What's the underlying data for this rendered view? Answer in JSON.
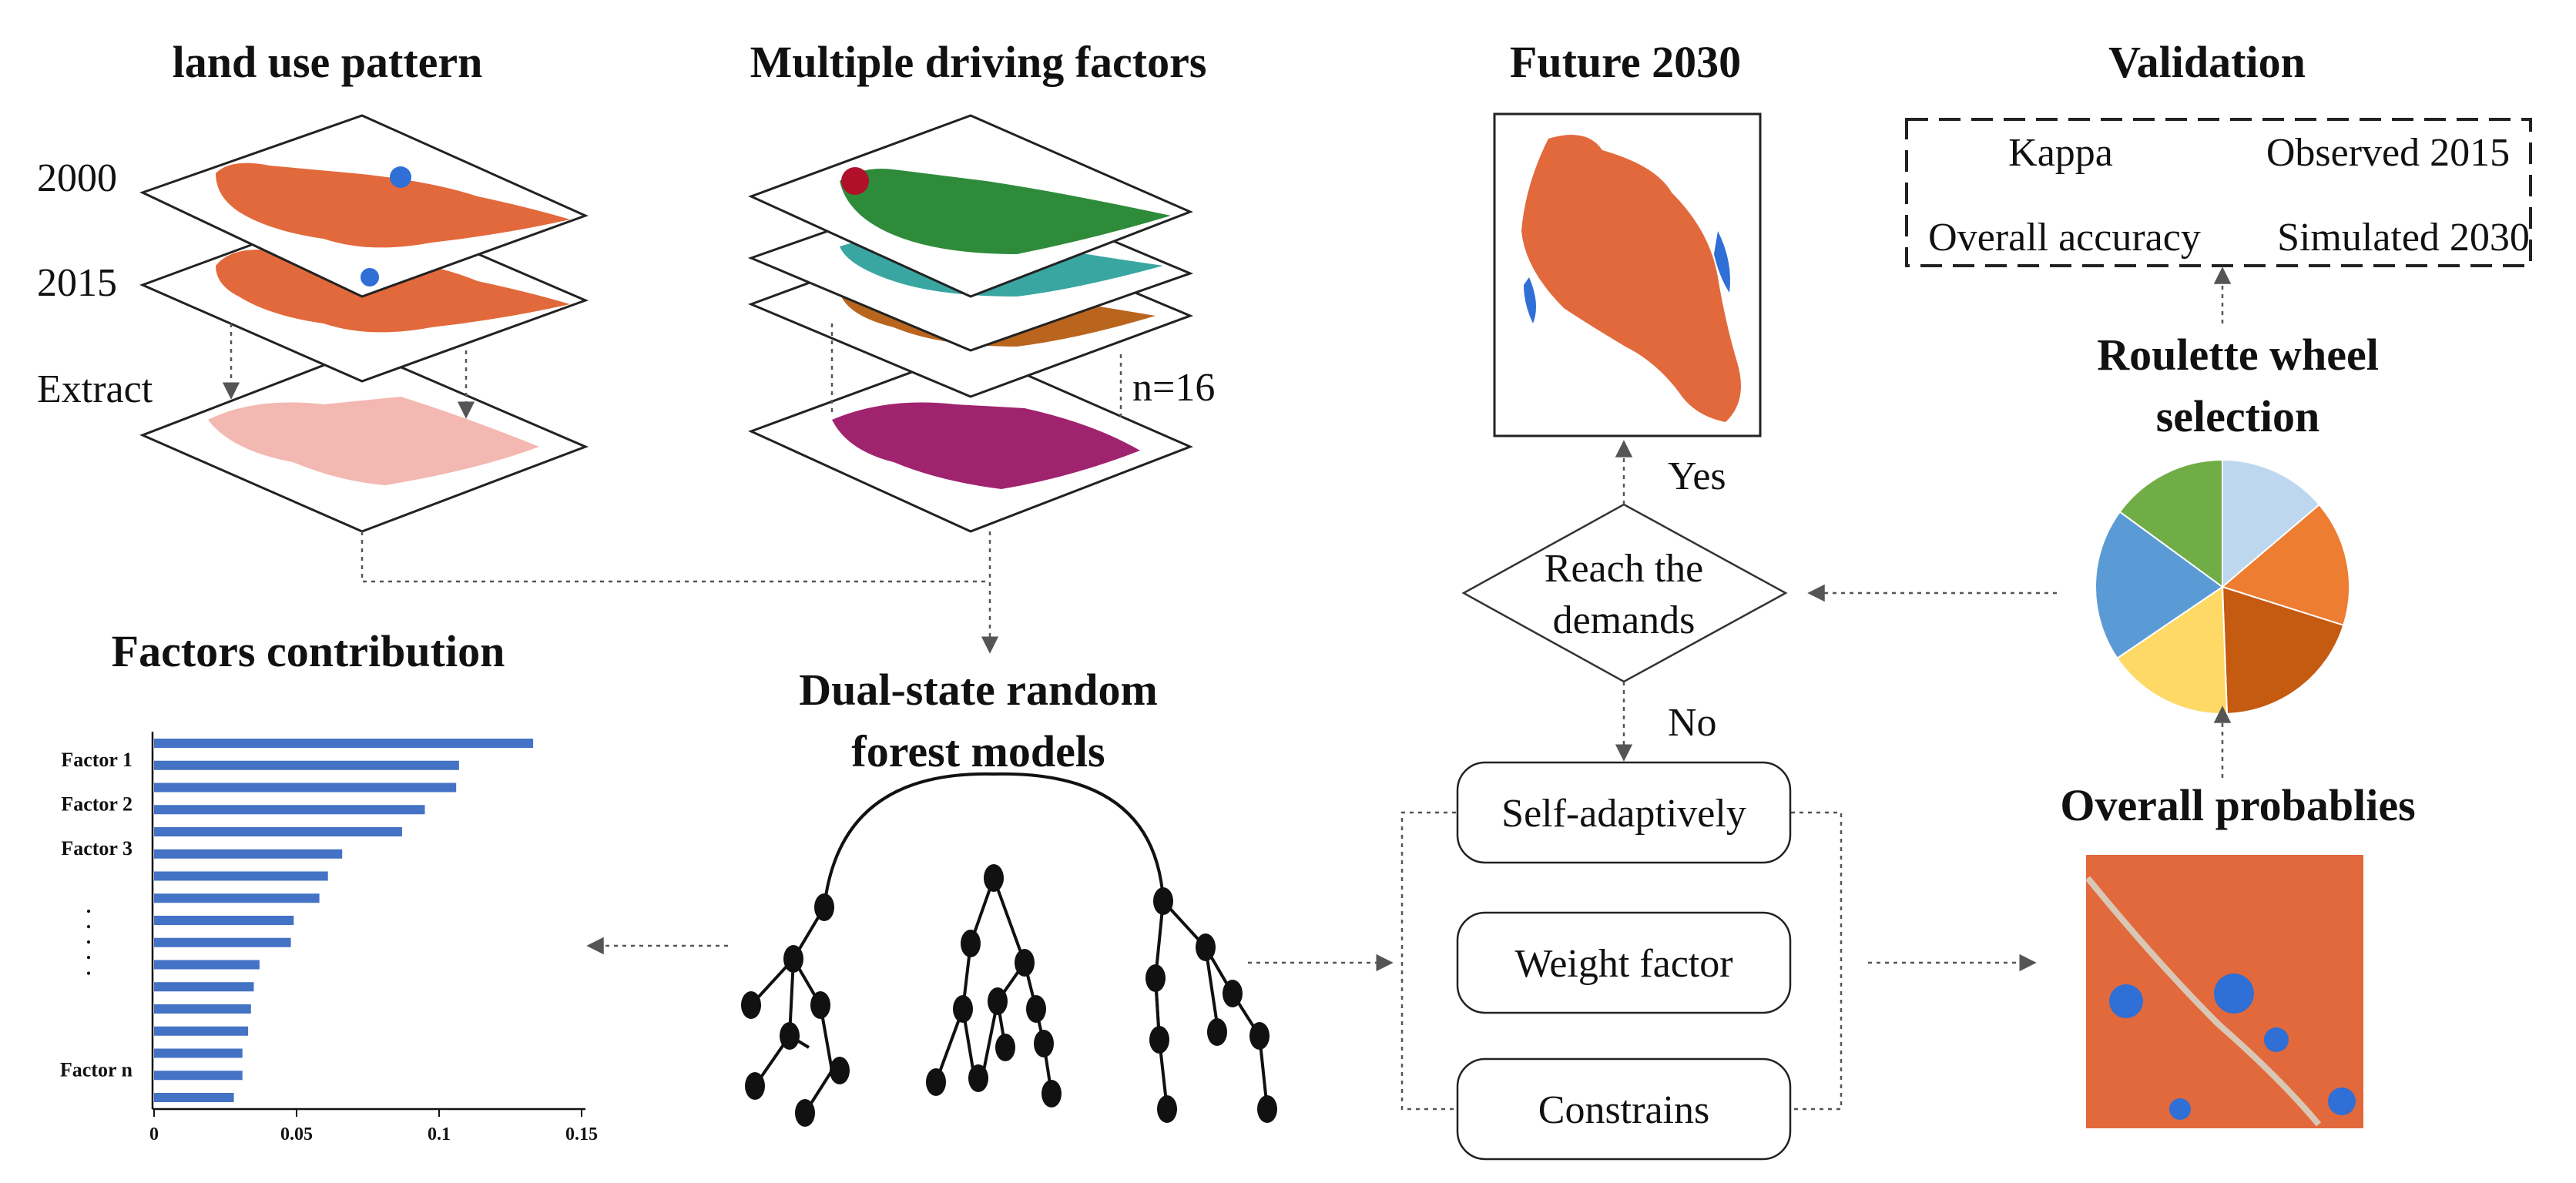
{
  "headings": {
    "land_use": "land use pattern",
    "drivers": "Multiple driving factors",
    "future": "Future 2030",
    "validation": "Validation",
    "factors": "Factors contribution",
    "rf_line1": "Dual-state random",
    "rf_line2": "forest models",
    "roulette_line1": "Roulette wheel",
    "roulette_line2": "selection",
    "overall": "Overall probablies"
  },
  "land_use": {
    "year_a": "2000",
    "year_b": "2015",
    "extract": "Extract"
  },
  "drivers": {
    "count": "n=16"
  },
  "decision": {
    "line1": "Reach the",
    "line2": "demands",
    "yes": "Yes",
    "no": "No"
  },
  "adjust_boxes": [
    "Self-adaptively",
    "Weight factor",
    "Constrains"
  ],
  "validation": {
    "kappa": "Kappa",
    "observed": "Observed 2015",
    "overall_accuracy": "Overall accuracy",
    "simulated": "Simulated 2030"
  },
  "colors": {
    "landuse_orange": "#e2693c",
    "landuse_blue": "#2f6fd6",
    "extract_pink": "#f3b8b1",
    "bar_blue": "#4472c4",
    "factor_magenta": "#a0236f",
    "factor_green": "#2e8b3a",
    "pie": [
      "#bdd7ee",
      "#ed7d31",
      "#c55a11",
      "#ffd966",
      "#5b9bd5",
      "#70ad47"
    ]
  },
  "chart_data": {
    "type": "bar",
    "orientation": "horizontal",
    "title": "Factors contribution",
    "y_labels": [
      "Factor 1",
      "Factor 2",
      "Factor 3",
      ".",
      ".",
      ".",
      ".",
      ".",
      "Factor  n"
    ],
    "x_ticks": [
      "0",
      "0.05",
      "0.1",
      "0.15"
    ],
    "xlim": [
      0,
      0.15
    ],
    "values": [
      0.133,
      0.107,
      0.106,
      0.095,
      0.087,
      0.066,
      0.061,
      0.058,
      0.049,
      0.048,
      0.037,
      0.035,
      0.034,
      0.033,
      0.031,
      0.031,
      0.028
    ]
  },
  "pie_data": {
    "type": "pie",
    "values": [
      12,
      14,
      17,
      14,
      17,
      13
    ]
  }
}
